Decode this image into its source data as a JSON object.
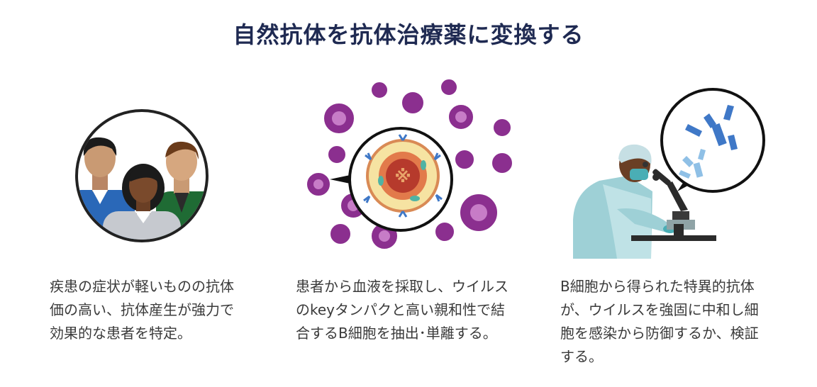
{
  "title": "自然抗体を抗体治療薬に変換する",
  "columns": [
    {
      "text": "疾患の症状が軽いものの抗体\n価の高い、抗体産生が強力で\n効果的な患者を特定。",
      "illustration_icon": "patients-group-icon"
    },
    {
      "text": "患者から血液を採取し、ウイルス\nのkeyタンパクと高い親和性で結\n合するB細胞を抽出･単離する。",
      "illustration_icon": "virus-bcell-icon"
    },
    {
      "text": "B細胞から得られた特異的抗体\nが、ウイルスを強固に中和し細\n胞を感染から防御するか、検証\nする。",
      "illustration_icon": "scientist-microscope-icon"
    }
  ],
  "colors": {
    "title": "#1f2a52",
    "virus": "#8b2f8f",
    "antibody_dark": "#3f78c7",
    "antibody_light": "#8fc0e6"
  }
}
